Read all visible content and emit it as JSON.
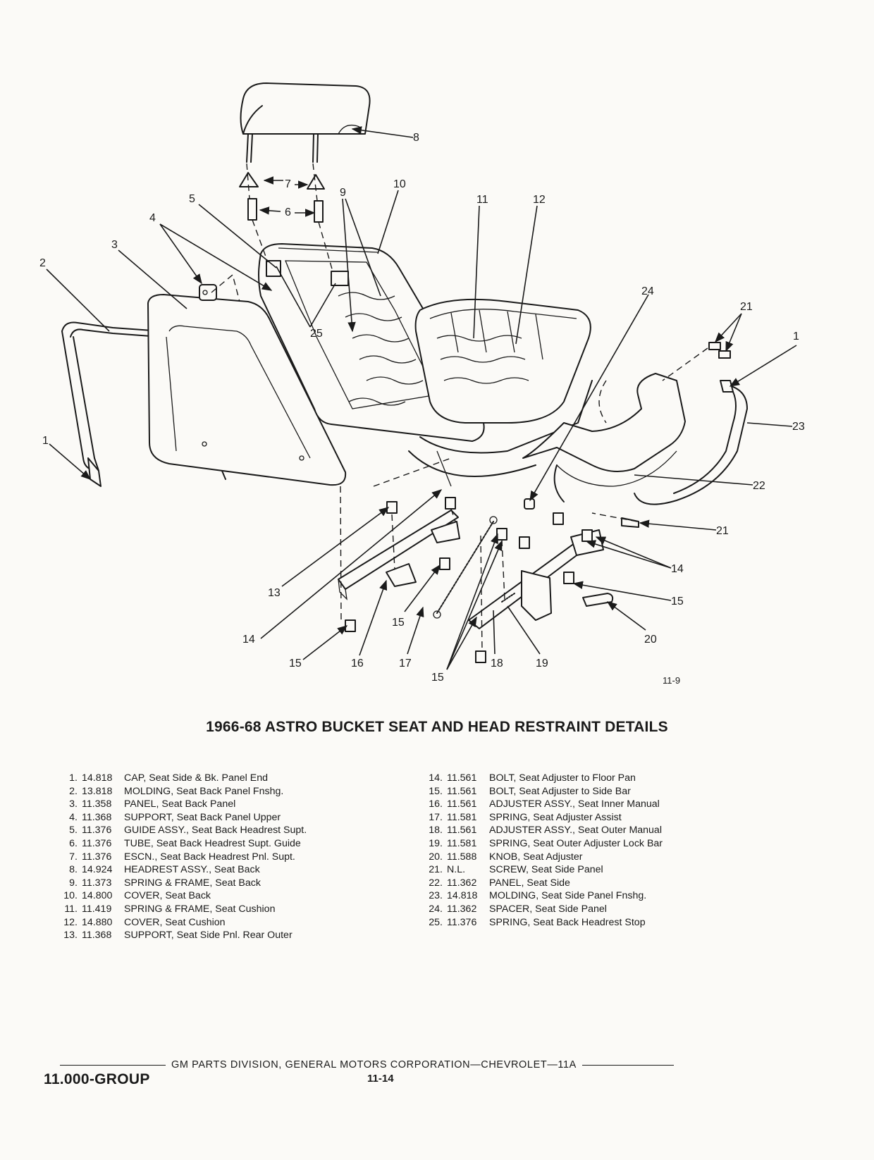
{
  "diagram": {
    "callouts": [
      "1",
      "2",
      "3",
      "4",
      "5",
      "6",
      "7",
      "8",
      "9",
      "10",
      "11",
      "12",
      "13",
      "14",
      "15",
      "16",
      "17",
      "18",
      "19",
      "20",
      "21",
      "22",
      "23",
      "24",
      "25"
    ],
    "figure_number": "11-9"
  },
  "title": "1966-68 ASTRO BUCKET SEAT AND HEAD RESTRAINT DETAILS",
  "parts_left": [
    {
      "num": "1.",
      "code": "14.818",
      "desc": "CAP, Seat Side & Bk. Panel End"
    },
    {
      "num": "2.",
      "code": "13.818",
      "desc": "MOLDING, Seat Back Panel Fnshg."
    },
    {
      "num": "3.",
      "code": "11.358",
      "desc": "PANEL, Seat Back Panel"
    },
    {
      "num": "4.",
      "code": "11.368",
      "desc": "SUPPORT, Seat Back Panel Upper"
    },
    {
      "num": "5.",
      "code": "11.376",
      "desc": "GUIDE ASSY., Seat Back Headrest Supt."
    },
    {
      "num": "6.",
      "code": "11.376",
      "desc": "TUBE, Seat Back Headrest Supt. Guide"
    },
    {
      "num": "7.",
      "code": "11.376",
      "desc": "ESCN., Seat Back Headrest Pnl. Supt."
    },
    {
      "num": "8.",
      "code": "14.924",
      "desc": "HEADREST ASSY., Seat Back"
    },
    {
      "num": "9.",
      "code": "11.373",
      "desc": "SPRING & FRAME, Seat Back"
    },
    {
      "num": "10.",
      "code": "14.800",
      "desc": "COVER, Seat Back"
    },
    {
      "num": "11.",
      "code": "11.419",
      "desc": "SPRING & FRAME, Seat Cushion"
    },
    {
      "num": "12.",
      "code": "14.880",
      "desc": "COVER, Seat Cushion"
    },
    {
      "num": "13.",
      "code": "11.368",
      "desc": "SUPPORT, Seat Side Pnl. Rear Outer"
    }
  ],
  "parts_right": [
    {
      "num": "14.",
      "code": "11.561",
      "desc": "BOLT, Seat Adjuster to Floor Pan"
    },
    {
      "num": "15.",
      "code": "11.561",
      "desc": "BOLT, Seat Adjuster to Side Bar"
    },
    {
      "num": "16.",
      "code": "11.561",
      "desc": "ADJUSTER ASSY., Seat Inner Manual"
    },
    {
      "num": "17.",
      "code": "11.581",
      "desc": "SPRING, Seat Adjuster Assist"
    },
    {
      "num": "18.",
      "code": "11.561",
      "desc": "ADJUSTER ASSY., Seat Outer Manual"
    },
    {
      "num": "19.",
      "code": "11.581",
      "desc": "SPRING, Seat Outer Adjuster Lock Bar"
    },
    {
      "num": "20.",
      "code": "11.588",
      "desc": "KNOB, Seat Adjuster"
    },
    {
      "num": "21.",
      "code": "N.L.",
      "desc": "SCREW, Seat Side Panel"
    },
    {
      "num": "22.",
      "code": "11.362",
      "desc": "PANEL, Seat Side"
    },
    {
      "num": "23.",
      "code": "14.818",
      "desc": "MOLDING, Seat Side Panel Fnshg."
    },
    {
      "num": "24.",
      "code": "11.362",
      "desc": "SPACER, Seat Side Panel"
    },
    {
      "num": "25.",
      "code": "11.376",
      "desc": "SPRING, Seat Back Headrest Stop"
    }
  ],
  "footer": {
    "division": "GM PARTS DIVISION, GENERAL MOTORS CORPORATION—CHEVROLET—11A",
    "group": "11.000-GROUP",
    "page": "11-14"
  }
}
